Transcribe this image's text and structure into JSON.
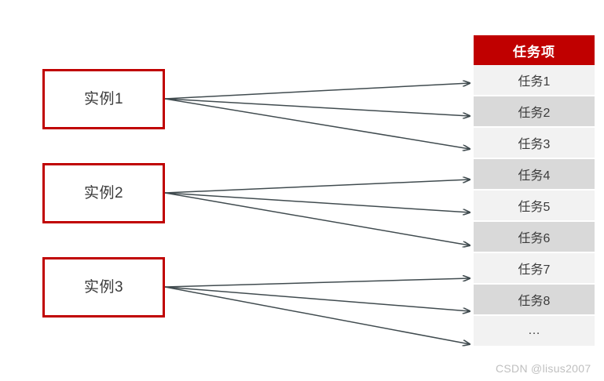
{
  "diagram": {
    "instances": [
      {
        "label": "实例1"
      },
      {
        "label": "实例2"
      },
      {
        "label": "实例3"
      }
    ],
    "task_table": {
      "header": "任务项",
      "rows": [
        {
          "label": "任务1"
        },
        {
          "label": "任务2"
        },
        {
          "label": "任务3"
        },
        {
          "label": "任务4"
        },
        {
          "label": "任务5"
        },
        {
          "label": "任务6"
        },
        {
          "label": "任务7"
        },
        {
          "label": "任务8"
        },
        {
          "label": "…"
        }
      ]
    },
    "connections": [
      {
        "from": 0,
        "to": [
          0,
          1,
          2
        ]
      },
      {
        "from": 1,
        "to": [
          3,
          4,
          5
        ]
      },
      {
        "from": 2,
        "to": [
          6,
          7,
          8
        ]
      }
    ],
    "colors": {
      "accent_red": "#c00000",
      "row_light": "#f2f2f2",
      "row_dark": "#d9d9d9",
      "arrow": "#404b4f",
      "text": "#3b3b3b",
      "watermark": "#bfbfbf"
    }
  },
  "watermark": "CSDN @lisus2007"
}
